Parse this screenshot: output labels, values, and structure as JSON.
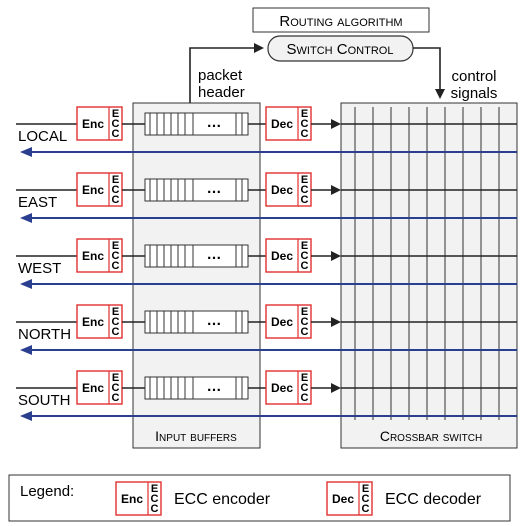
{
  "routing_algorithm": "Routing algorithm",
  "switch_control": "Switch Control",
  "packet_header_line1": "packet",
  "packet_header_line2": "header",
  "control_signals_line1": "control",
  "control_signals_line2": "signals",
  "input_buffers": "Input buffers",
  "crossbar_switch": "Crossbar switch",
  "enc_label": "Enc",
  "dec_label": "Dec",
  "ecc_letters": [
    "E",
    "C",
    "C"
  ],
  "buffer_ellipsis": "…",
  "ports": [
    "LOCAL",
    "EAST",
    "WEST",
    "NORTH",
    "SOUTH"
  ],
  "legend": {
    "title": "Legend:",
    "encoder_desc": "ECC encoder",
    "decoder_desc": "ECC decoder"
  },
  "colors": {
    "ecc_box_border": "#e03030",
    "output_arrow": "#2a3f8f",
    "box_fill": "#f2f2f2",
    "line": "#222222"
  }
}
